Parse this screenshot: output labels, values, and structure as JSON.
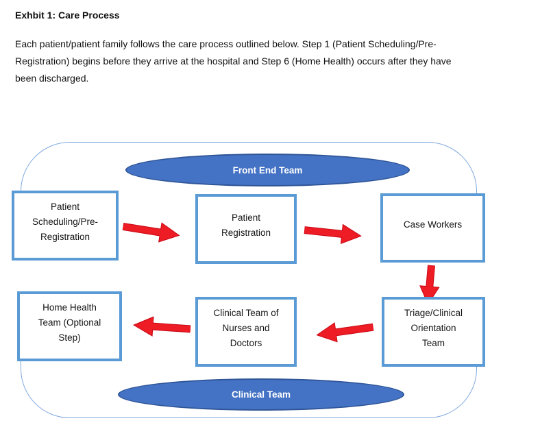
{
  "document": {
    "title": "Exhbit 1:  Care Process",
    "intro": "Each patient/patient family follows the care process outlined below. Step 1 (Patient Scheduling/Pre-\nRegistration) begins before they arrive at the hospital and Step 6 (Home Health) occurs after they have\nbeen discharged."
  },
  "diagram": {
    "top_ellipse": {
      "label": "Front End Team"
    },
    "bottom_ellipse": {
      "label": "Clinical Team"
    },
    "boxes": [
      {
        "id": "patient-scheduling-pre-registration",
        "label": "Patient\nScheduling/Pre-\nRegistration"
      },
      {
        "id": "patient-registration",
        "label": "Patient\nRegistration"
      },
      {
        "id": "case-workers",
        "label": "Case Workers"
      },
      {
        "id": "triage-clinical-orientation-team",
        "label": "Triage/Clinical\nOrientation\nTeam"
      },
      {
        "id": "clinical-team-of-nurses-and-doctors",
        "label": "Clinical Team of\nNurses and\nDoctors"
      },
      {
        "id": "home-health-team-optional-step",
        "label": "Home Health\nTeam (Optional\nStep)"
      }
    ],
    "arrows": [
      {
        "from": "patient-scheduling-pre-registration",
        "to": "patient-registration",
        "direction": "right"
      },
      {
        "from": "patient-registration",
        "to": "case-workers",
        "direction": "right"
      },
      {
        "from": "case-workers",
        "to": "triage-clinical-orientation-team",
        "direction": "down"
      },
      {
        "from": "triage-clinical-orientation-team",
        "to": "clinical-team-of-nurses-and-doctors",
        "direction": "left"
      },
      {
        "from": "clinical-team-of-nurses-and-doctors",
        "to": "home-health-team-optional-step",
        "direction": "left"
      }
    ],
    "colors": {
      "box_border": "#5B9BD5",
      "ellipse_fill": "#4472C4",
      "ellipse_border": "#2F5597",
      "arrow_fill": "#EE1C25",
      "arrow_edge": "#C70712",
      "outline": "#7FA8DC"
    }
  }
}
